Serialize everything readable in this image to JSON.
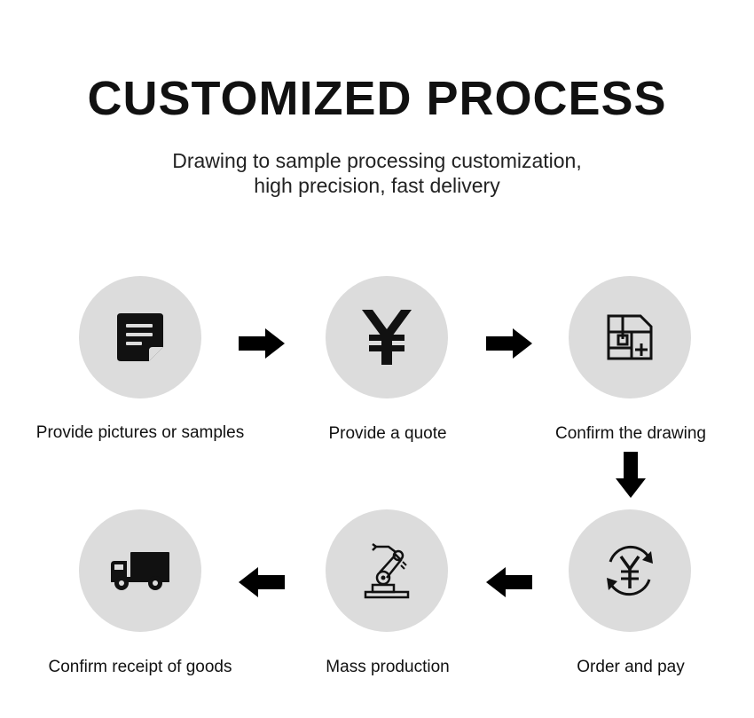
{
  "header": {
    "title": "CUSTOMIZED PROCESS",
    "subtitle_line1": "Drawing to sample processing customization,",
    "subtitle_line2": "high precision, fast delivery"
  },
  "steps": [
    {
      "label": "Provide pictures or samples",
      "icon": "document-icon"
    },
    {
      "label": "Provide a quote",
      "icon": "yen-icon"
    },
    {
      "label": "Confirm the drawing",
      "icon": "drawing-plan-icon"
    },
    {
      "label": "Order and pay",
      "icon": "yen-exchange-icon"
    },
    {
      "label": "Mass production",
      "icon": "robot-arm-icon"
    },
    {
      "label": "Confirm receipt of goods",
      "icon": "truck-icon"
    }
  ],
  "colors": {
    "circle": "#dcdcdc",
    "icon": "#111111",
    "text": "#111111"
  }
}
